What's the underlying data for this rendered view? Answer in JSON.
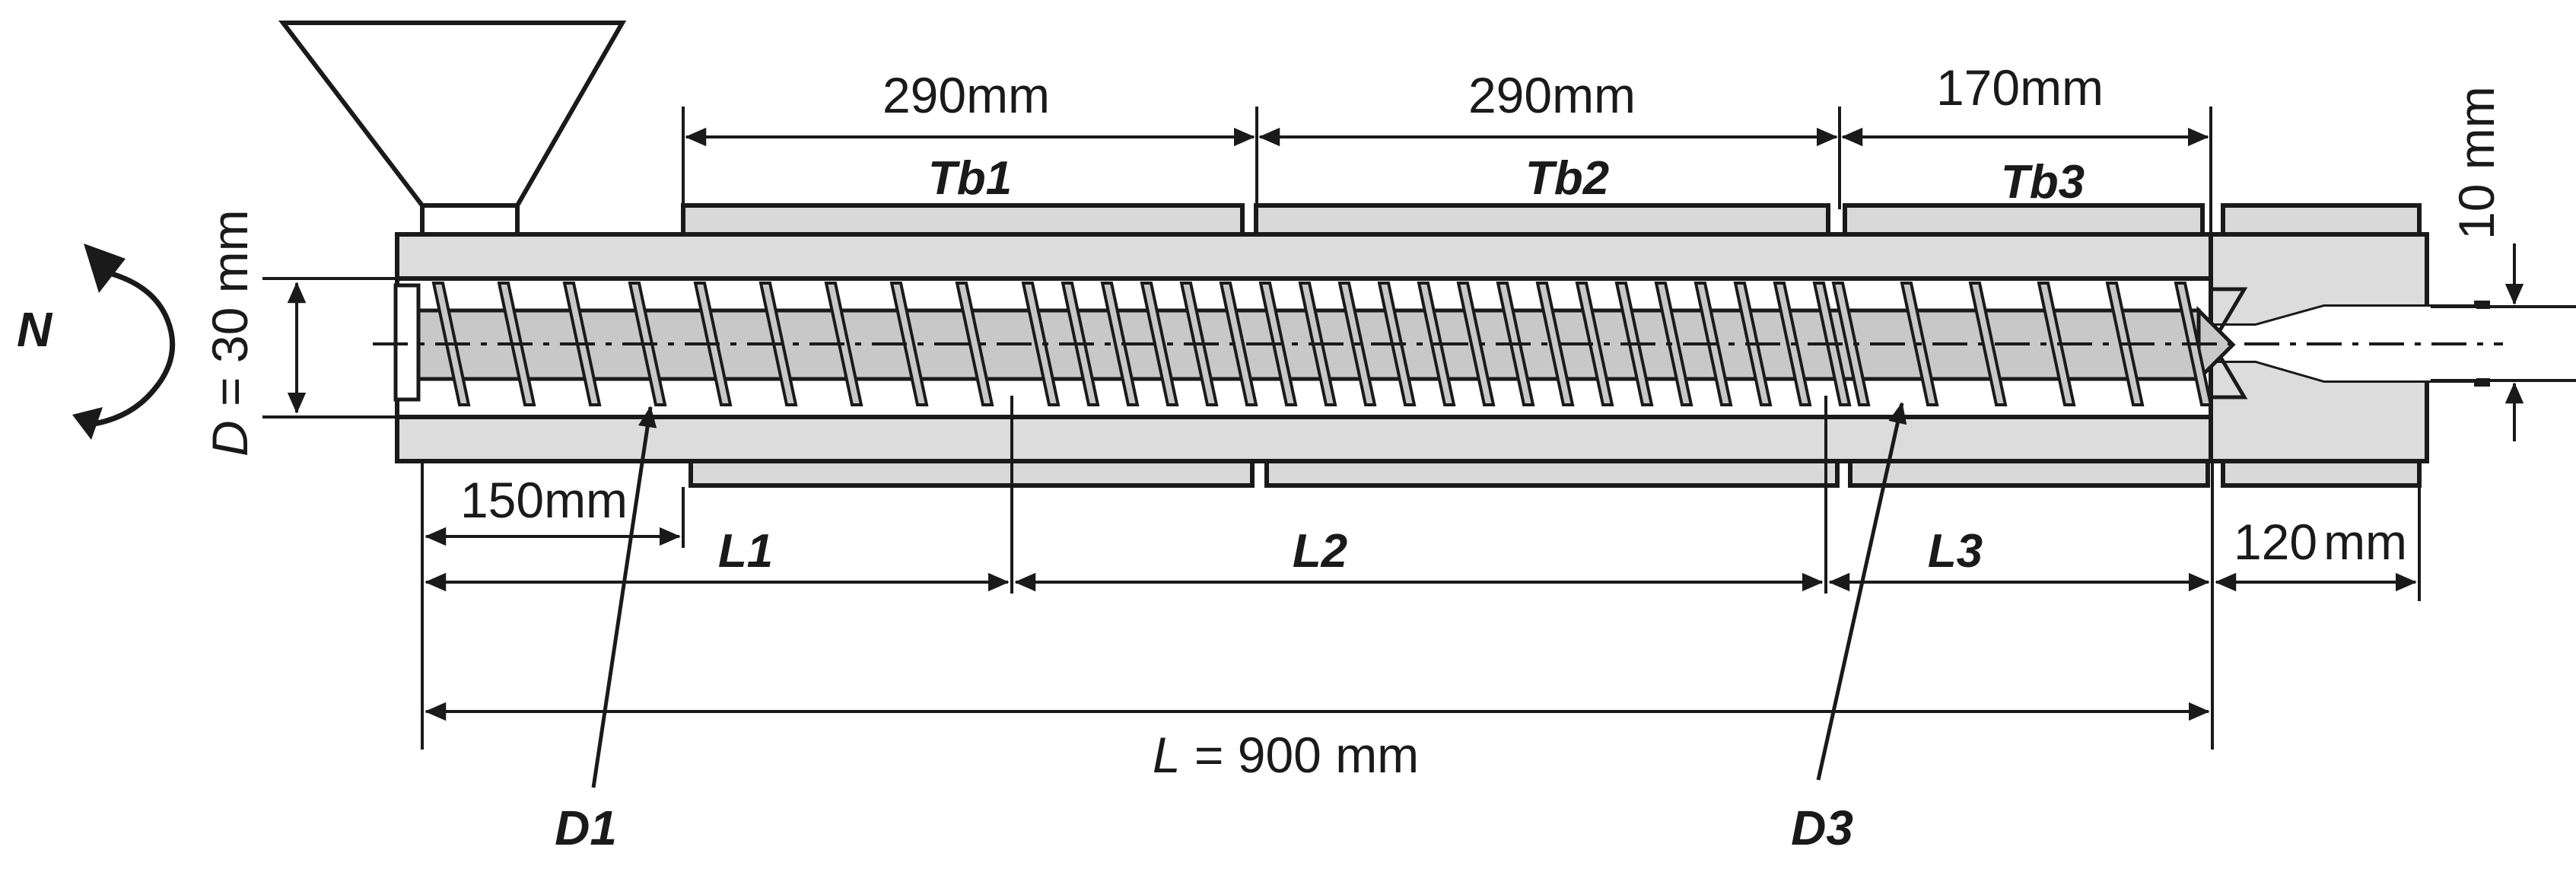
{
  "dimensions": {
    "tb1_length": "290mm",
    "tb2_length": "290mm",
    "tb3_length": "170mm",
    "feed_length": "150mm",
    "die_length": "120",
    "die_length_unit": "mm",
    "die_diameter": "10 mm",
    "screw_diameter_symbol": "D",
    "screw_diameter_value": " = 30 mm",
    "total_length_symbol": "L",
    "total_length_value": " = 900 mm"
  },
  "labels": {
    "rotation": "N",
    "tb1": "Tb1",
    "tb2": "Tb2",
    "tb3": "Tb3",
    "l1": "L1",
    "l2": "L2",
    "l3": "L3",
    "d1": "D1",
    "d3": "D3"
  },
  "colors": {
    "line": "#1a1a1a",
    "barrel_fill": "#dcdcdc",
    "heater_fill": "#d9d9d9",
    "screw_fill": "#c8c8c8"
  }
}
